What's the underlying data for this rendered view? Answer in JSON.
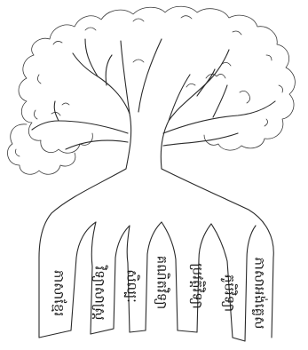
{
  "roots": [
    {
      "label": "ភាសាខ្មែរ"
    },
    {
      "label": "វិទ្យាសាស្ត្រ"
    },
    {
      "label": "សិល្បៈ"
    },
    {
      "label": "គណិតវិទ្យា"
    },
    {
      "label": "ប្រវត្តិវិទ្យា"
    },
    {
      "label": "ភូមិវិទ្យា"
    },
    {
      "label": "ភាសាអង់គ្លេស"
    }
  ],
  "colors": {
    "ink": "#2a2a2a",
    "paper": "#ffffff"
  }
}
